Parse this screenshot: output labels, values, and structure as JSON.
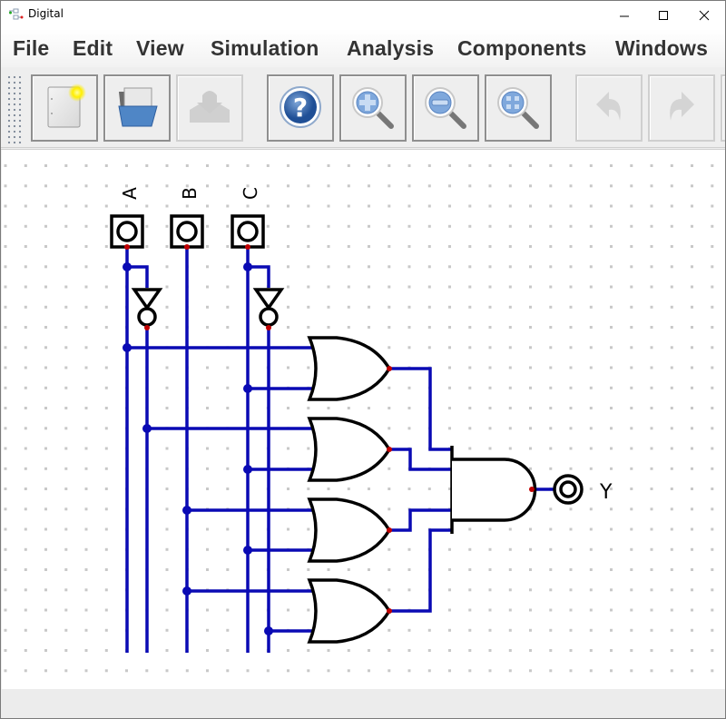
{
  "window": {
    "title": "Digital",
    "controls": {
      "minimize": "minimize-icon",
      "maximize": "maximize-icon",
      "close": "close-icon"
    }
  },
  "menu": {
    "items": [
      {
        "label": "File"
      },
      {
        "label": "Edit"
      },
      {
        "label": "View"
      },
      {
        "label": "Simulation"
      },
      {
        "label": "Analysis"
      },
      {
        "label": "Components"
      },
      {
        "label": "Windows"
      }
    ]
  },
  "toolbar": {
    "buttons": [
      {
        "name": "new",
        "icon": "new-document-icon",
        "enabled": true
      },
      {
        "name": "open",
        "icon": "open-folder-icon",
        "enabled": true
      },
      {
        "name": "save",
        "icon": "save-icon",
        "enabled": false
      },
      {
        "name": "help",
        "icon": "help-icon",
        "enabled": true
      },
      {
        "name": "zoom-in",
        "icon": "zoom-in-icon",
        "enabled": true
      },
      {
        "name": "zoom-out",
        "icon": "zoom-out-icon",
        "enabled": true
      },
      {
        "name": "fit-to-window",
        "icon": "zoom-fit-icon",
        "enabled": true
      },
      {
        "name": "undo",
        "icon": "undo-icon",
        "enabled": false
      },
      {
        "name": "redo",
        "icon": "redo-icon",
        "enabled": false
      }
    ]
  },
  "circuit": {
    "inputs": [
      {
        "label": "A"
      },
      {
        "label": "B"
      },
      {
        "label": "C"
      }
    ],
    "outputs": [
      {
        "label": "Y"
      }
    ],
    "gates": [
      {
        "type": "NOT",
        "input": "A"
      },
      {
        "type": "NOT",
        "input": "C"
      },
      {
        "type": "OR",
        "inputs": [
          "A",
          "C"
        ]
      },
      {
        "type": "OR",
        "inputs": [
          "NOT A",
          "C"
        ]
      },
      {
        "type": "OR",
        "inputs": [
          "B",
          "C"
        ]
      },
      {
        "type": "OR",
        "inputs": [
          "B",
          "NOT C"
        ]
      },
      {
        "type": "AND",
        "inputs": [
          "OR1",
          "OR2",
          "OR3",
          "OR4"
        ],
        "output": "Y"
      }
    ],
    "colors": {
      "wire": "#0000b4",
      "pin": "#c00000",
      "component": "#000000",
      "grid_dot": "#c8c8c8"
    }
  }
}
